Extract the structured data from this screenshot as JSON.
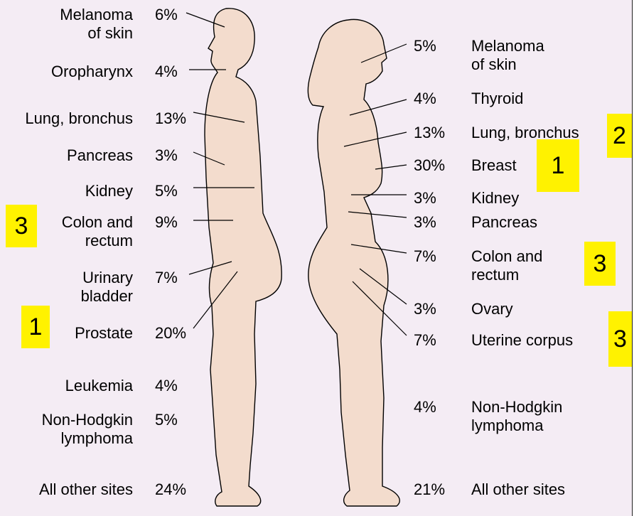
{
  "male": {
    "sites": [
      {
        "l1": "Melanoma",
        "l2": "of skin",
        "pct": "6%"
      },
      {
        "l1": "Oropharynx",
        "l2": "",
        "pct": "4%"
      },
      {
        "l1": "Lung, bronchus",
        "l2": "",
        "pct": "13%"
      },
      {
        "l1": "Pancreas",
        "l2": "",
        "pct": "3%"
      },
      {
        "l1": "Kidney",
        "l2": "",
        "pct": "5%"
      },
      {
        "l1": "Colon and",
        "l2": "rectum",
        "pct": "9%"
      },
      {
        "l1": "Urinary",
        "l2": "bladder",
        "pct": "7%"
      },
      {
        "l1": "Prostate",
        "l2": "",
        "pct": "20%"
      },
      {
        "l1": "Leukemia",
        "l2": "",
        "pct": "4%"
      },
      {
        "l1": "Non-Hodgkin",
        "l2": "lymphoma",
        "pct": "5%"
      },
      {
        "l1": "All other sites",
        "l2": "",
        "pct": "24%"
      }
    ]
  },
  "female": {
    "sites": [
      {
        "l1": "Melanoma",
        "l2": "of skin",
        "pct": "5%"
      },
      {
        "l1": "Thyroid",
        "l2": "",
        "pct": "4%"
      },
      {
        "l1": "Lung, bronchus",
        "l2": "",
        "pct": "13%"
      },
      {
        "l1": "Breast",
        "l2": "",
        "pct": "30%"
      },
      {
        "l1": "Kidney",
        "l2": "",
        "pct": "3%"
      },
      {
        "l1": "Pancreas",
        "l2": "",
        "pct": "3%"
      },
      {
        "l1": "Colon and",
        "l2": "rectum",
        "pct": "7%"
      },
      {
        "l1": "Ovary",
        "l2": "",
        "pct": "3%"
      },
      {
        "l1": "Uterine corpus",
        "l2": "",
        "pct": "7%"
      },
      {
        "l1": "Non-Hodgkin",
        "l2": "lymphoma",
        "pct": "4%"
      },
      {
        "l1": "All other sites",
        "l2": "",
        "pct": "21%"
      }
    ]
  },
  "badges": {
    "male_colon": "3",
    "male_prostate": "1",
    "female_lung": "2",
    "female_breast": "1",
    "female_colon": "3",
    "female_uterine": "3"
  },
  "colors": {
    "body_fill": "#f3dccd",
    "panel_bg": "#f4ecf4",
    "highlight": "#fff200",
    "outline": "#000000"
  }
}
